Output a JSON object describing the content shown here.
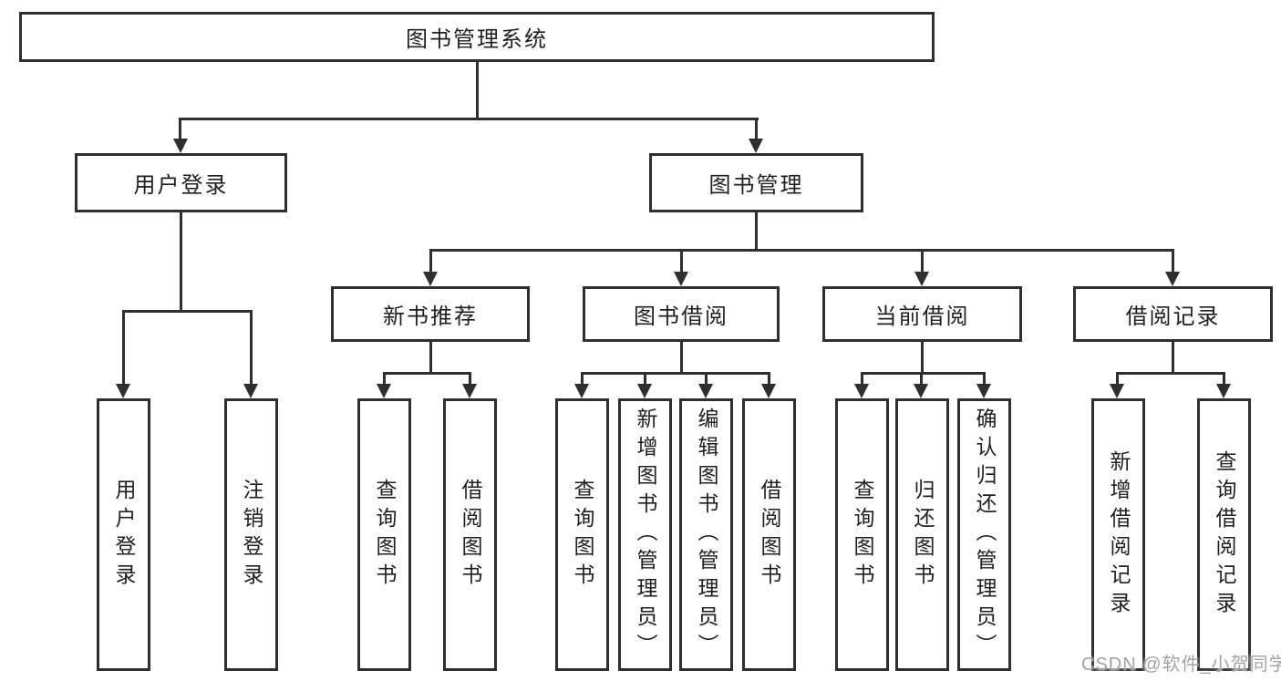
{
  "diagram_title": "图书管理系统",
  "hierarchy": {
    "label": "图书管理系统",
    "children": [
      {
        "label": "用户登录",
        "children": [
          {
            "label": "用户登录"
          },
          {
            "label": "注销登录"
          }
        ]
      },
      {
        "label": "图书管理",
        "children": [
          {
            "label": "新书推荐",
            "children": [
              {
                "label": "查询图书"
              },
              {
                "label": "借阅图书"
              }
            ]
          },
          {
            "label": "图书借阅",
            "children": [
              {
                "label": "查询图书"
              },
              {
                "label": "新增图书（管理员）"
              },
              {
                "label": "编辑图书（管理员）"
              },
              {
                "label": "借阅图书"
              }
            ]
          },
          {
            "label": "当前借阅",
            "children": [
              {
                "label": "查询图书"
              },
              {
                "label": "归还图书"
              },
              {
                "label": "确认归还（管理员）"
              }
            ]
          },
          {
            "label": "借阅记录",
            "children": [
              {
                "label": "新增借阅记录"
              },
              {
                "label": "查询借阅记录"
              }
            ]
          }
        ]
      }
    ]
  },
  "watermark": "CSDN @软件_小贺同学",
  "colors": {
    "line": "#2f2f2f",
    "text": "#1f1f1f",
    "background": "#ffffff",
    "watermark": "#a3a3a3"
  }
}
